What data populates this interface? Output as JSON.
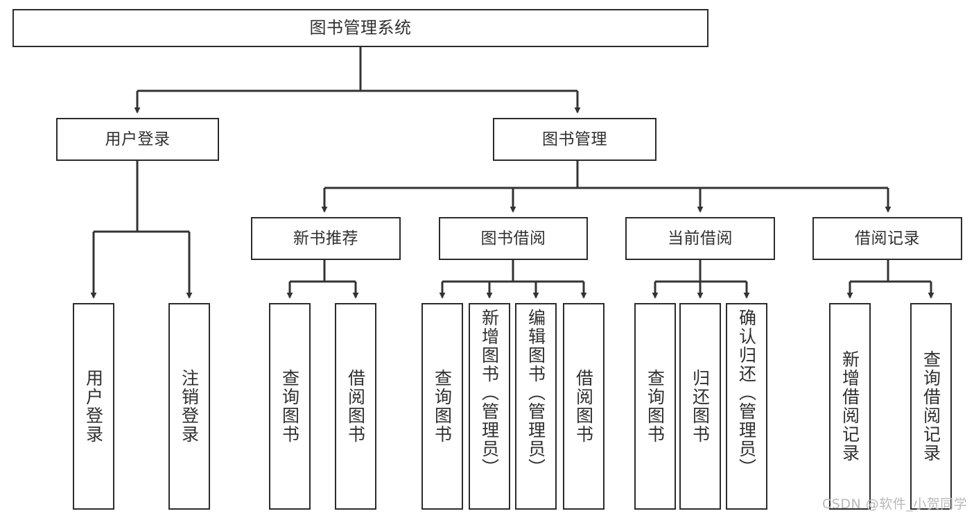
{
  "diagram": {
    "title": "图书管理系统",
    "type": "hierarchy-tree",
    "watermark": "CSDN @软件_小贺同学",
    "colors": {
      "box_border": "#2b2b2b",
      "box_fill": "#ffffff",
      "edge": "#333333",
      "text": "#2f2f2f",
      "watermark": "#b9b9b9",
      "background": "#ffffff"
    },
    "root": {
      "label": "图书管理系统"
    },
    "level1": [
      {
        "label": "用户登录"
      },
      {
        "label": "图书管理"
      }
    ],
    "level2": [
      {
        "label": "新书推荐"
      },
      {
        "label": "图书借阅"
      },
      {
        "label": "当前借阅"
      },
      {
        "label": "借阅记录"
      }
    ],
    "leaves": {
      "user_login": [
        {
          "label": "用户登录"
        },
        {
          "label": "注销登录"
        }
      ],
      "new_book_recommend": [
        {
          "label": "查询图书"
        },
        {
          "label": "借阅图书"
        }
      ],
      "book_borrow": [
        {
          "label": "查询图书"
        },
        {
          "label": "新增图书（管理员）"
        },
        {
          "label": "编辑图书（管理员）"
        },
        {
          "label": "借阅图书"
        }
      ],
      "current_borrow": [
        {
          "label": "查询图书"
        },
        {
          "label": "归还图书"
        },
        {
          "label": "确认归还（管理员）"
        }
      ],
      "borrow_record": [
        {
          "label": "新增借阅记录"
        },
        {
          "label": "查询借阅记录"
        }
      ]
    }
  }
}
